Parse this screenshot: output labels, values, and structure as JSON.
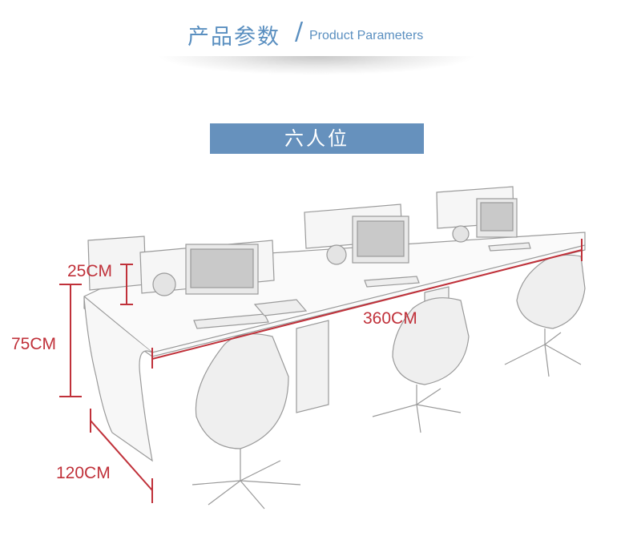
{
  "header": {
    "title_cn": "产品参数",
    "slash": "/",
    "title_en": "Product Parameters"
  },
  "badge": {
    "label": "六人位"
  },
  "dimensions": {
    "height_screen": "25CM",
    "height_desk": "75CM",
    "width": "360CM",
    "depth": "120CM"
  },
  "colors": {
    "accent": "#6691bd",
    "title": "#5a8fc0",
    "dimension": "#c0313a"
  }
}
